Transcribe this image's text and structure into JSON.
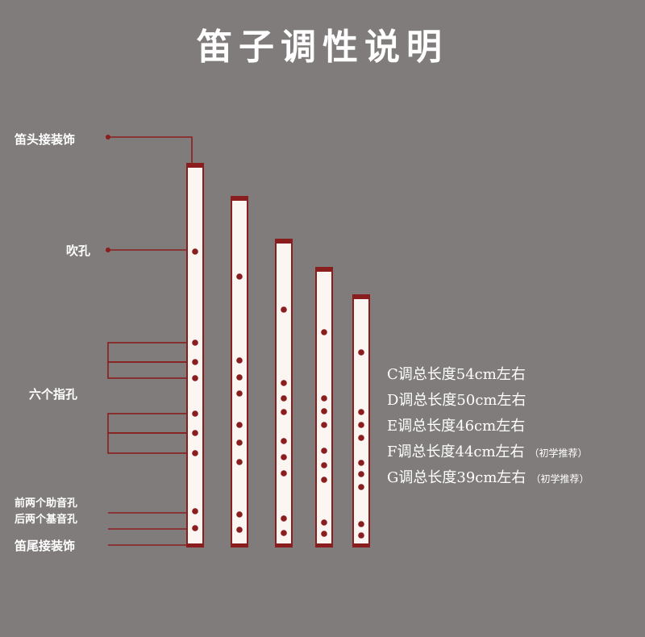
{
  "title": "笛子调性说明",
  "labels": {
    "head_decoration": "笛头接装饰",
    "blow_hole": "吹孔",
    "six_finger_holes": "六个指孔",
    "front_two_assist_holes": "前两个助音孔",
    "back_two_base_holes": "后两个基音孔",
    "tail_decoration": "笛尾接装饰"
  },
  "keys": [
    {
      "key": "C调总长度54cm左右",
      "note": ""
    },
    {
      "key": "D调总长度50cm左右",
      "note": ""
    },
    {
      "key": "E调总长度46cm左右",
      "note": ""
    },
    {
      "key": "F调总长度44cm左右",
      "note": "（初学推荐）"
    },
    {
      "key": "G调总长度39cm左右",
      "note": "（初学推荐）"
    }
  ],
  "colors": {
    "background": "#7f7c7b",
    "flute_body": "#fbf6f2",
    "flute_outline": "#8a1e1e",
    "hole": "#8a1e1e",
    "line": "#8a1e1e",
    "text": "#ffffff"
  }
}
